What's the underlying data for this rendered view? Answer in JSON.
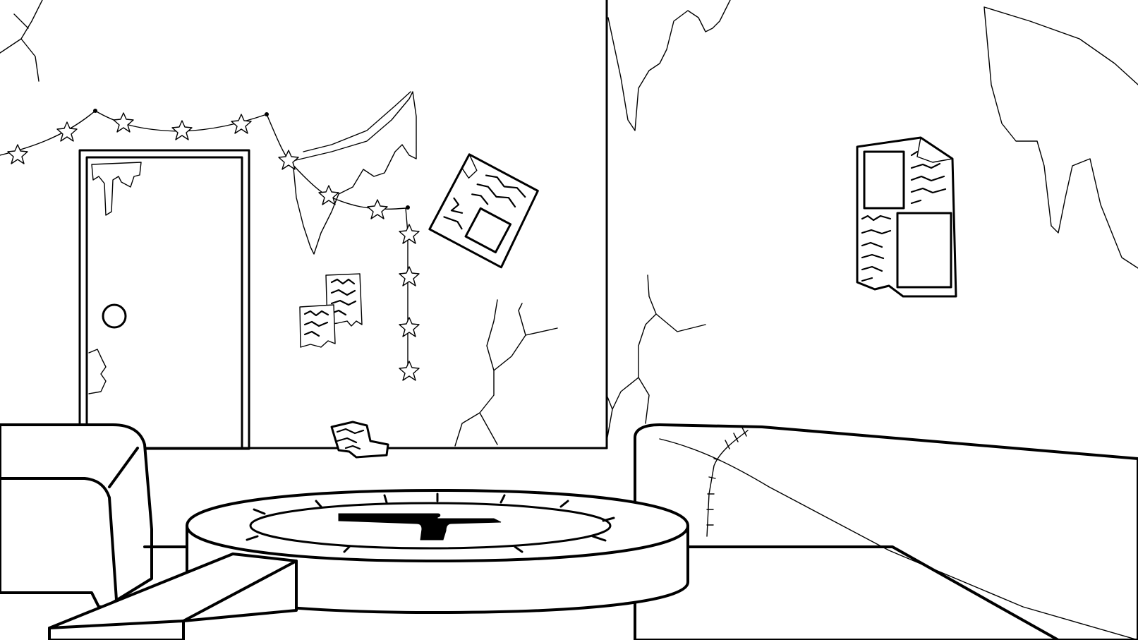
{
  "scene": {
    "description_free": true,
    "palette": {
      "line": "#000000",
      "background": "#ffffff"
    },
    "style": "black-and-white line art",
    "objects": [
      "door",
      "star-garland",
      "peeling-paint",
      "wall-cracks",
      "posted-notes",
      "newspaper",
      "wall-poster",
      "sofa-left",
      "sofa-right",
      "clock-table",
      "crumpled-paper"
    ]
  }
}
